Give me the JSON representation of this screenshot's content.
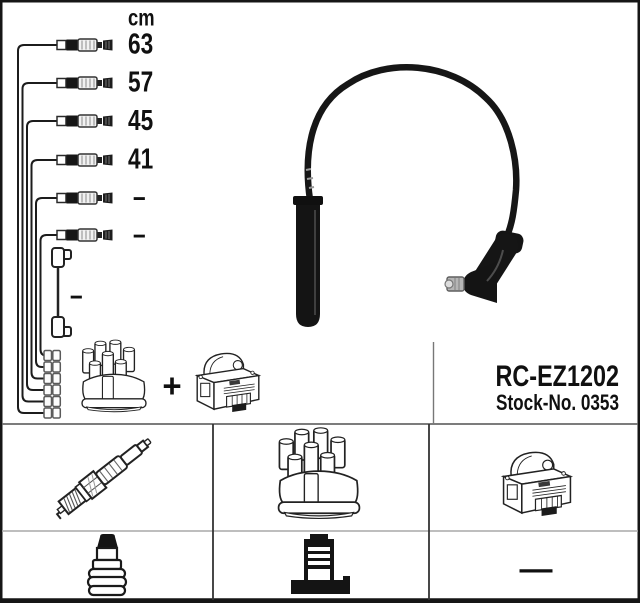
{
  "header": {
    "unit_label": "cm"
  },
  "harness": {
    "cable_lengths": [
      "63",
      "57",
      "45",
      "41",
      "–",
      "–"
    ],
    "coil_wire_length": "–"
  },
  "kit": {
    "plus_sign": "+"
  },
  "product_label": {
    "part_code": "RC-EZ1202",
    "stock_no": "Stock-No. 0353"
  },
  "spec_table": {
    "engine_side_dash": "—"
  },
  "icons": {
    "harness": "wiring-harness-drawing",
    "cable_photo": "ignition-cable-photo",
    "distributor_cap": "distributor-cap-icon",
    "ignition_coil": "ignition-coil-icon",
    "spark_plug": "spark-plug-icon",
    "distributor_boot": "distributor-boot-icon",
    "coil_terminal": "coil-terminal-icon"
  },
  "colors": {
    "ink": "#161616",
    "frame": "#161616",
    "grid_dark": "#333333",
    "grid_light": "#a9a9a9",
    "metal_gray": "#b5b5b5"
  }
}
